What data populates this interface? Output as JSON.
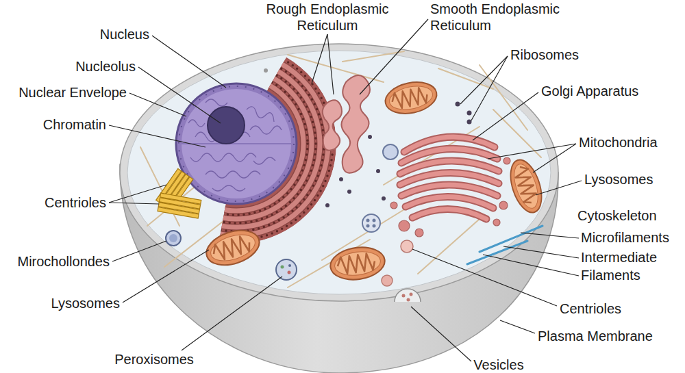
{
  "diagram": {
    "labels": [
      "Rough Endoplasmic Reticulum",
      "Smooth Endoplasmic Reticulum",
      "Nucleus",
      "Ribosomes",
      "Nucleolus",
      "Nuclear Envelope",
      "Golgi Apparatus",
      "Chromatin",
      "Mitochondria",
      "Lysosomes",
      "Centrioles",
      "Cytoskeleton",
      "Microfilaments",
      "Intermediate",
      "Mirochollondes",
      "Filaments",
      "Lysosomes",
      "Centrioles",
      "Plasma Membrane",
      "Peroxisomes",
      "Vesicles"
    ]
  }
}
